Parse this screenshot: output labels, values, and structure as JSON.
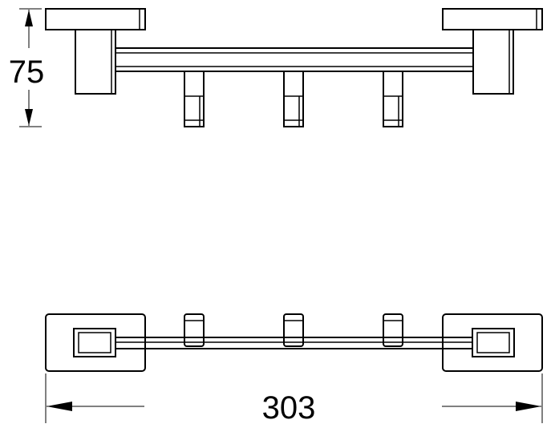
{
  "dimensions": {
    "height_label": "75",
    "width_label": "303"
  },
  "views": {
    "front": {
      "hook_count": 3
    },
    "top": {
      "hook_count": 3
    }
  }
}
